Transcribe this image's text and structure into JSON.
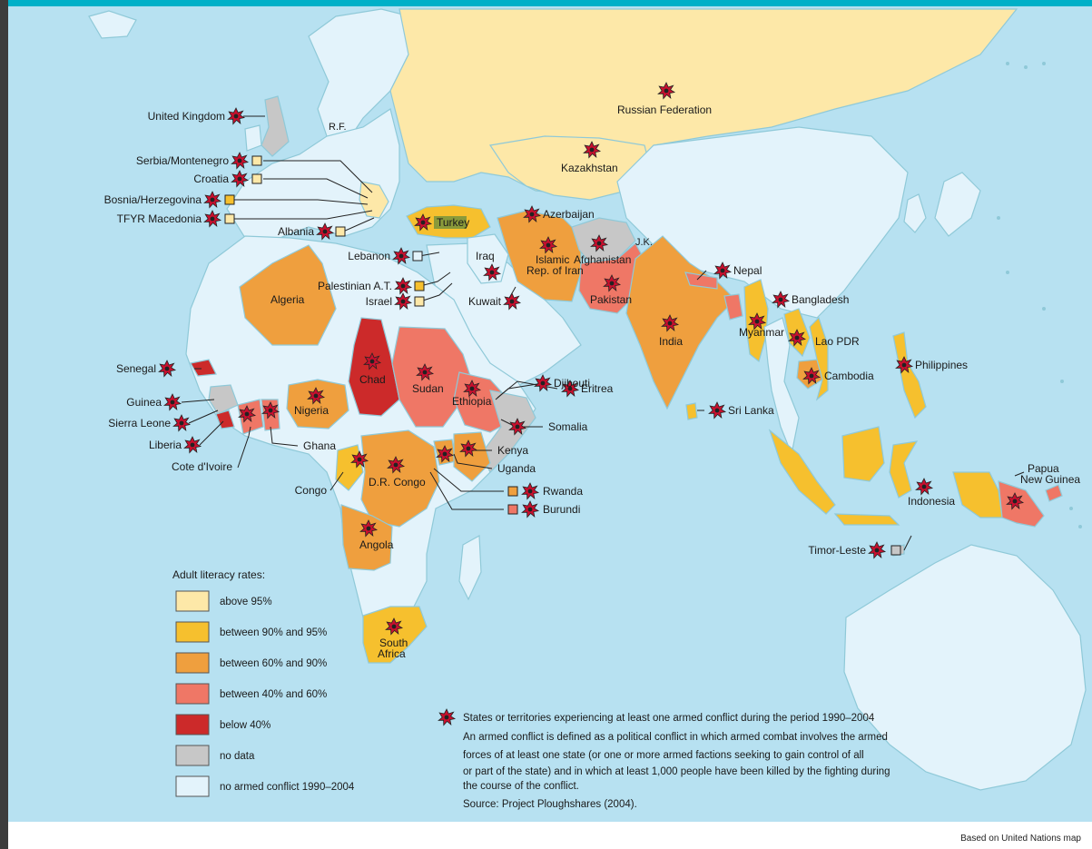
{
  "colors": {
    "sea": "#b7e1f1",
    "frame_left": "#3c3c3c",
    "frame_top": "#00b0c8",
    "above_95": "#fde8a8",
    "between_90_95": "#f6c02e",
    "between_60_90": "#ef9f3e",
    "between_40_60": "#ef7766",
    "below_40": "#cc2a2a",
    "no_data": "#c7c7c7",
    "no_conflict": "#e3f3fb",
    "marker": "#c8102e"
  },
  "labels": {
    "uk": "United Kingdom",
    "rf": "R.F.",
    "russia": "Russian Federation",
    "kazakhstan": "Kazakhstan",
    "serbia": "Serbia/Montenegro",
    "croatia": "Croatia",
    "bosnia": "Bosnia/Herzegovina",
    "macedonia": "TFYR Macedonia",
    "albania": "Albania",
    "turkey": "Turkey",
    "azerbaijan": "Azerbaijan",
    "lebanon": "Lebanon",
    "iraq": "Iraq",
    "iran_1": "Islamic",
    "iran_2": "Rep. of Iran",
    "afghanistan": "Afghanistan",
    "jk": "J.K.",
    "nepal": "Nepal",
    "palestinian": "Palestinian A.T.",
    "israel": "Israel",
    "kuwait": "Kuwait",
    "pakistan": "Pakistan",
    "bangladesh": "Bangladesh",
    "algeria": "Algeria",
    "india": "India",
    "myanmar": "Myanmar",
    "laos": "Lao PDR",
    "philippines": "Philippines",
    "senegal": "Senegal",
    "chad": "Chad",
    "sudan": "Sudan",
    "eritrea": "Eritrea",
    "djibouti": "Djibouti",
    "ethiopia": "Ethiopia",
    "cambodia": "Cambodia",
    "guinea": "Guinea",
    "sierra_leone": "Sierra Leone",
    "liberia": "Liberia",
    "cote": "Cote d'Ivoire",
    "nigeria": "Nigeria",
    "ghana": "Ghana",
    "somalia": "Somalia",
    "kenya": "Kenya",
    "uganda": "Uganda",
    "sri_lanka": "Sri Lanka",
    "congo": "Congo",
    "drc": "D.R. Congo",
    "rwanda": "Rwanda",
    "burundi": "Burundi",
    "png_1": "Papua",
    "png_2": "New Guinea",
    "indonesia": "Indonesia",
    "angola": "Angola",
    "timor": "Timor-Leste",
    "south_africa_1": "South",
    "south_africa_2": "Africa"
  },
  "legend": {
    "title": "Adult literacy rates:",
    "items": [
      {
        "label": "above 95%",
        "color": "#fde8a8"
      },
      {
        "label": "between 90% and 95%",
        "color": "#f6c02e"
      },
      {
        "label": "between 60% and 90%",
        "color": "#ef9f3e"
      },
      {
        "label": "between 40% and 60%",
        "color": "#ef7766"
      },
      {
        "label": "below 40%",
        "color": "#cc2a2a"
      },
      {
        "label": "no data",
        "color": "#c7c7c7"
      },
      {
        "label": "no armed conflict 1990–2004",
        "color": "#e3f3fb"
      }
    ]
  },
  "note": {
    "marker_text": "States or territories experiencing at least one armed conflict during the period 1990–2004",
    "line1": "An armed conflict is defined as a political conflict in which armed combat involves the armed",
    "line2": "forces of at least one state (or one or more armed factions seeking to gain control of all",
    "line3": "or part of the state) and in which at least 1,000 people have been killed by the fighting during",
    "line4": "the course of the conflict.",
    "source": "Source: Project Ploughshares (2004)."
  },
  "credit": "Based on United Nations map"
}
